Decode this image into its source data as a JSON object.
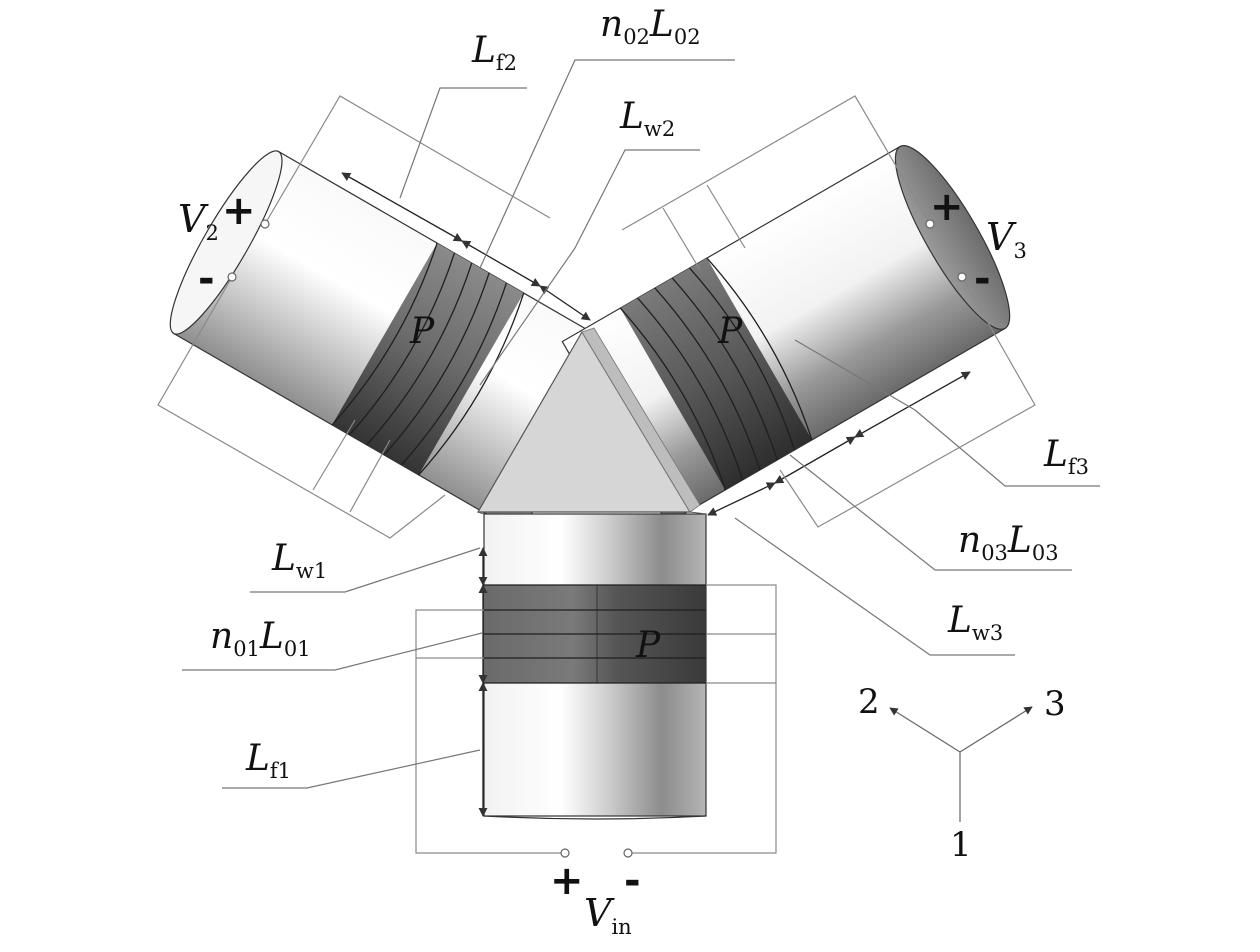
{
  "labels": {
    "Lf2": {
      "main": "L",
      "sub": "f2"
    },
    "n02L02": {
      "n": "n",
      "nsub": "02",
      "L": "L",
      "Lsub": "02"
    },
    "Lw2": {
      "main": "L",
      "sub": "w2"
    },
    "V2": {
      "main": "V",
      "sub": "2"
    },
    "V3": {
      "main": "V",
      "sub": "3"
    },
    "Lf3": {
      "main": "L",
      "sub": "f3"
    },
    "n03L03": {
      "n": "n",
      "nsub": "03",
      "L": "L",
      "Lsub": "03"
    },
    "Lw3": {
      "main": "L",
      "sub": "w3"
    },
    "Lw1": {
      "main": "L",
      "sub": "w1"
    },
    "n01L01": {
      "n": "n",
      "nsub": "01",
      "L": "L",
      "Lsub": "01"
    },
    "Lf1": {
      "main": "L",
      "sub": "f1"
    },
    "Vin": {
      "main": "V",
      "sub": "in"
    },
    "P": "P"
  },
  "signs": {
    "plus": "+",
    "minus": "-"
  },
  "axes": {
    "a1": "1",
    "a2": "2",
    "a3": "3"
  },
  "colors": {
    "coil_dark": "#4a4a4a",
    "cylinder_light": "#e6e6e6",
    "hub": "#d6d6d6",
    "lines": "#7a7a7a"
  }
}
